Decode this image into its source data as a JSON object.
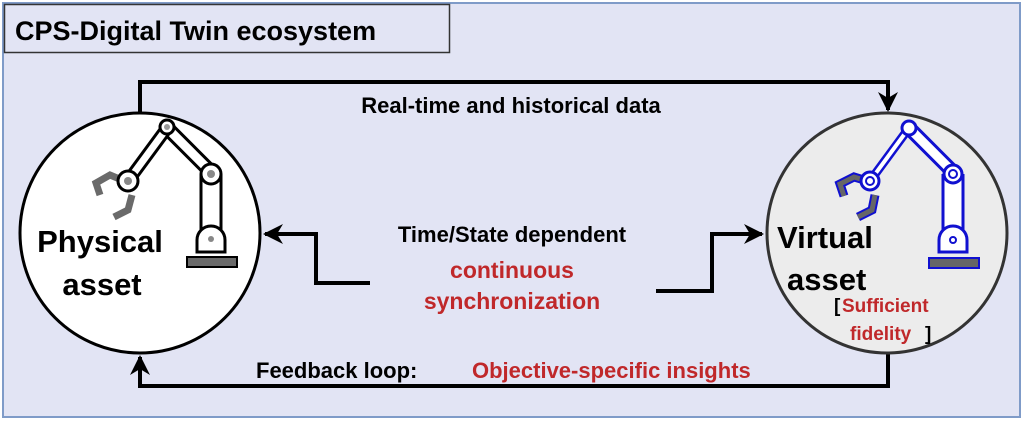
{
  "title": "CPS-Digital Twin ecosystem",
  "physical": {
    "line1": "Physical",
    "line2": "asset"
  },
  "virtual": {
    "line1": "Virtual",
    "line2": "asset",
    "bracket_open": "[",
    "fidelity1": "Sufficient",
    "fidelity2": "fidelity",
    "bracket_close": "]"
  },
  "top_flow": "Real-time and historical data",
  "sync": {
    "line1": "Time/State dependent",
    "line2": "continuous",
    "line3": "synchronization"
  },
  "feedback": {
    "label": "Feedback loop:",
    "insights": "Objective-specific insights"
  },
  "colors": {
    "background": "#e2e4f4",
    "border": "#7f9bc8",
    "accent_red": "#c0282a",
    "virtual_blue": "#1010d0",
    "gripper_gray": "#6a6a6a"
  }
}
